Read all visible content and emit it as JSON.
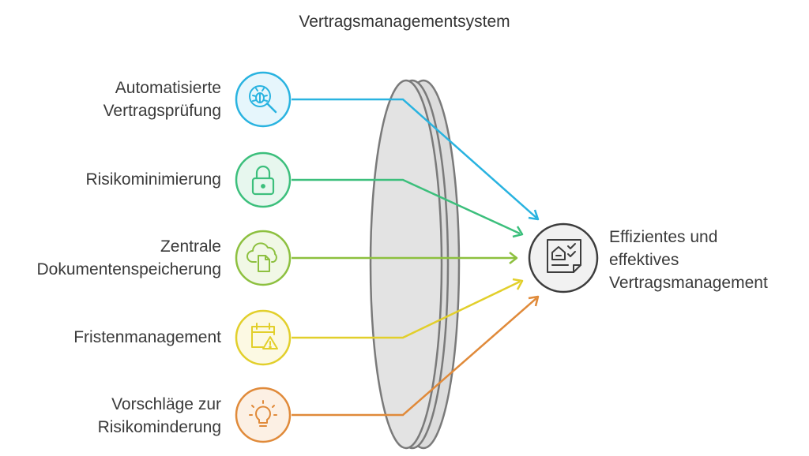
{
  "title": "Vertragsmanagementsystem",
  "inputs": [
    {
      "lines": [
        "Automatisierte",
        "Vertragsprüfung"
      ],
      "icon": "bug-search-icon",
      "color": "#29b3e0",
      "fill": "#e6f6fc"
    },
    {
      "lines": [
        "Risikominimierung"
      ],
      "icon": "lock-icon",
      "color": "#3cbf7c",
      "fill": "#e7f7ee"
    },
    {
      "lines": [
        "Zentrale",
        "Dokumentenspeicherung"
      ],
      "icon": "cloud-document-icon",
      "color": "#8dc03f",
      "fill": "#f1f8e6"
    },
    {
      "lines": [
        "Fristenmanagement"
      ],
      "icon": "calendar-warning-icon",
      "color": "#e2cf2b",
      "fill": "#fcf9e3"
    },
    {
      "lines": [
        "Vorschläge zur",
        "Risikominderung"
      ],
      "icon": "lightbulb-icon",
      "color": "#e08a3a",
      "fill": "#fcf0e4"
    }
  ],
  "outcome": {
    "lines": [
      "Effizientes und",
      "effektives",
      "Vertragsmanagement"
    ],
    "icon": "checklist-document-icon",
    "color": "#3d3d3d",
    "fill": "#f1f1f1"
  }
}
